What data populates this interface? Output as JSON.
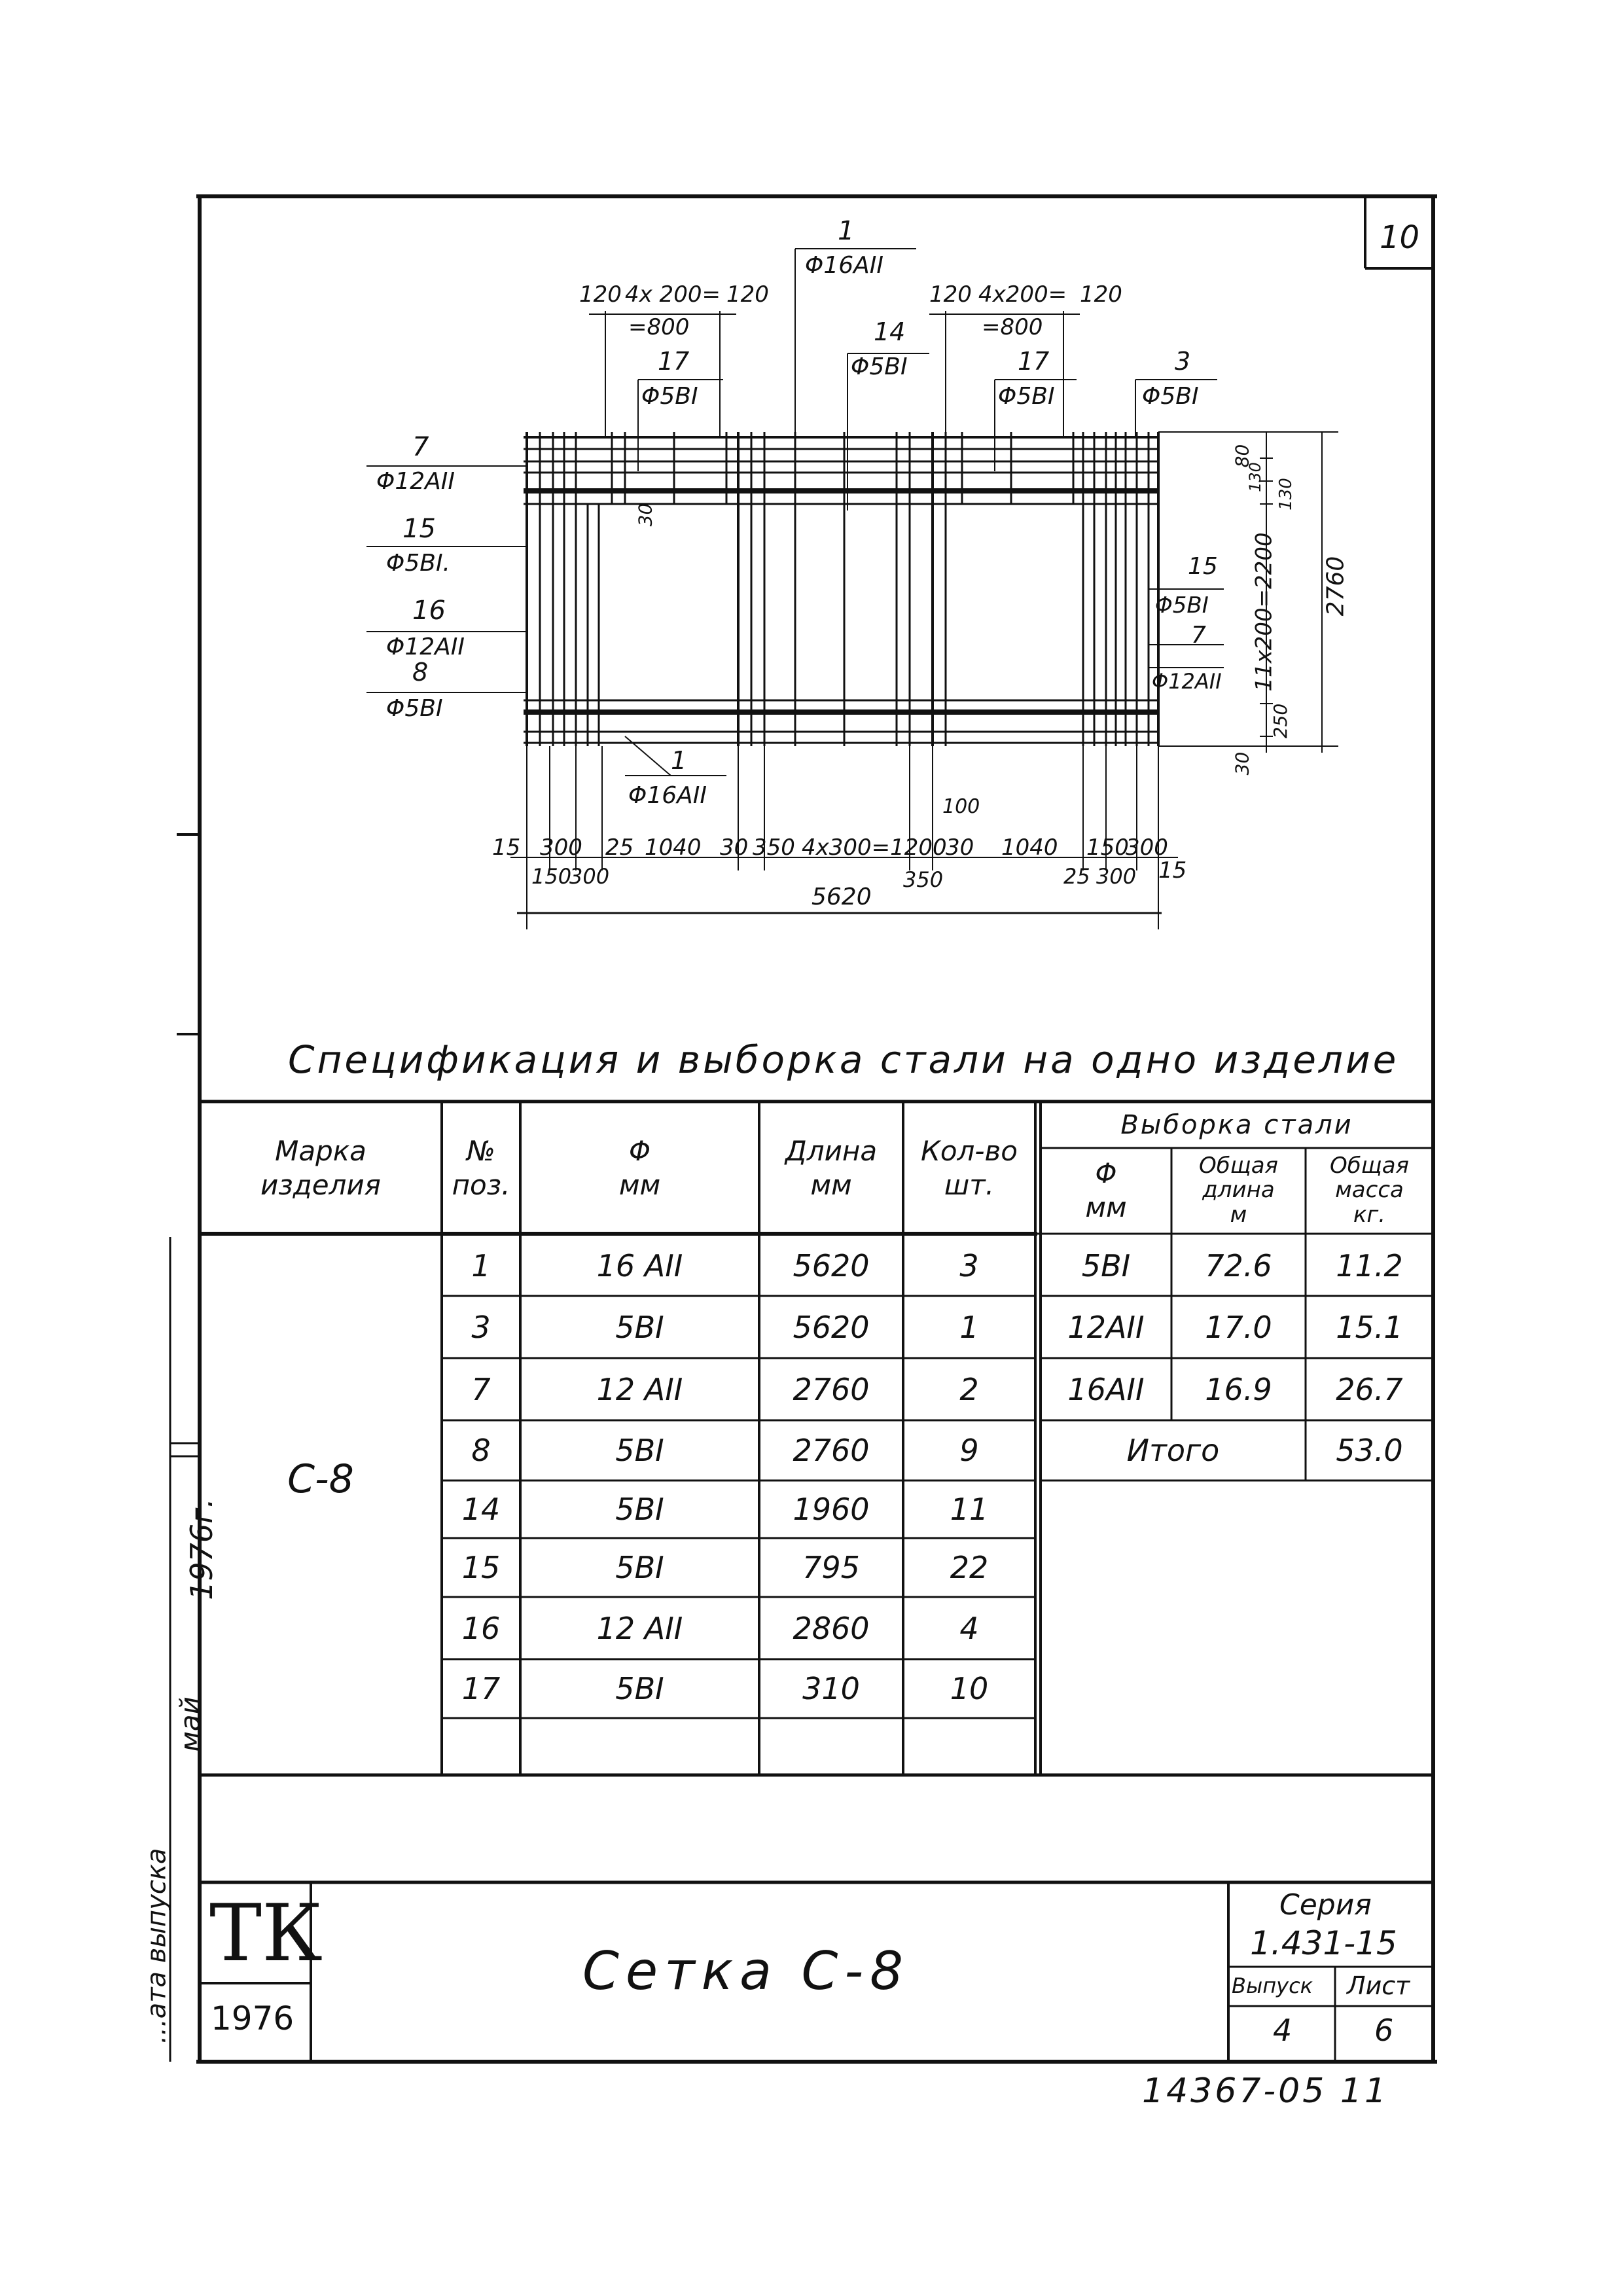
{
  "sheet_number": "10",
  "drawing": {
    "top_left_spacing": [
      "120",
      "4x 200=",
      "=800",
      "120"
    ],
    "top_right_spacing": [
      "120",
      "4x200=",
      "=800",
      "120"
    ],
    "callouts": [
      {
        "pos": "1",
        "bar": "Φ16AII"
      },
      {
        "pos": "14",
        "bar": "Φ5BI"
      },
      {
        "pos": "17",
        "bar": "Φ5BI"
      },
      {
        "pos": "17",
        "bar": "Φ5BI"
      },
      {
        "pos": "3",
        "bar": "Φ5BI"
      },
      {
        "pos": "7",
        "bar": "Φ12AII"
      },
      {
        "pos": "15",
        "bar": "Φ5BI."
      },
      {
        "pos": "16",
        "bar": "Φ12AII"
      },
      {
        "pos": "8",
        "bar": "Φ5BI"
      },
      {
        "pos": "15",
        "bar": "Φ5BI"
      },
      {
        "pos": "7",
        "bar": "Φ12AII"
      },
      {
        "pos": "1",
        "bar": "Φ16AII"
      }
    ],
    "right_dims": [
      "80",
      "130",
      "130",
      "11x200=2200",
      "250",
      "30",
      "2760"
    ],
    "inner_dim": "30",
    "bottom_dims_row1": [
      "15",
      "300",
      "25",
      "1040",
      "30",
      "350",
      "4x300=1200",
      "30",
      "1040",
      "150",
      "300",
      "15"
    ],
    "bottom_dims_row2": [
      "150",
      "300",
      "350",
      "25",
      "300"
    ],
    "dim_100": "100",
    "overall_width": "5620"
  },
  "spec_title": "Спецификация и выборка стали на одно изделие",
  "table": {
    "headers": {
      "mark": [
        "Марка",
        "изделия"
      ],
      "pos": [
        "№",
        "поз."
      ],
      "dia": [
        "Φ",
        "мм"
      ],
      "length": [
        "Длина",
        "мм"
      ],
      "qty": [
        "Кол-во",
        "шт."
      ],
      "selection": "Выборка стали",
      "sel_dia": [
        "Φ",
        "мм"
      ],
      "sel_len": [
        "Общая",
        "длина",
        "м"
      ],
      "sel_mass": [
        "Общая",
        "масса",
        "кг."
      ]
    },
    "mark_value": "С-8",
    "rows": [
      {
        "pos": "1",
        "dia": "16 AII",
        "length": "5620",
        "qty": "3"
      },
      {
        "pos": "3",
        "dia": "5BI",
        "length": "5620",
        "qty": "1"
      },
      {
        "pos": "7",
        "dia": "12 AII",
        "length": "2760",
        "qty": "2"
      },
      {
        "pos": "8",
        "dia": "5BI",
        "length": "2760",
        "qty": "9"
      },
      {
        "pos": "14",
        "dia": "5BI",
        "length": "1960",
        "qty": "11"
      },
      {
        "pos": "15",
        "dia": "5BI",
        "length": "795",
        "qty": "22"
      },
      {
        "pos": "16",
        "dia": "12 AII",
        "length": "2860",
        "qty": "4"
      },
      {
        "pos": "17",
        "dia": "5BI",
        "length": "310",
        "qty": "10"
      }
    ],
    "selection_rows": [
      {
        "dia": "5BI",
        "length": "72.6",
        "mass": "11.2"
      },
      {
        "dia": "12AII",
        "length": "17.0",
        "mass": "15.1"
      },
      {
        "dia": "16AII",
        "length": "16.9",
        "mass": "26.7"
      }
    ],
    "total_label": "Итого",
    "total_value": "53.0"
  },
  "title_block": {
    "logo": "ТК",
    "year": "1976",
    "title": "Сетка С-8",
    "series_label": "Серия",
    "series_value": "1.431-15",
    "issue_label": "Выпуск",
    "sheet_label": "Лист",
    "issue_value": "4",
    "sheet_value": "6"
  },
  "side_stamp": {
    "issue_label": "...ата выпуска",
    "month": "май",
    "year": "1976г."
  },
  "footer_code": "14367-05 11"
}
